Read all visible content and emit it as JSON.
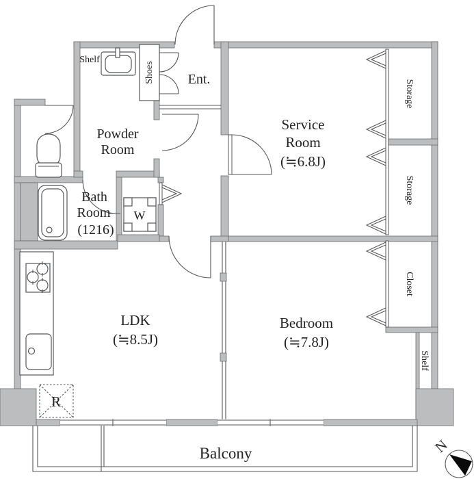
{
  "rooms": {
    "service_room": {
      "line1": "Service",
      "line2": "Room",
      "area": "(≒6.8J)"
    },
    "bedroom": {
      "line1": "Bedroom",
      "area": "(≒7.8J)"
    },
    "ldk": {
      "line1": "LDK",
      "area": "(≒8.5J)"
    },
    "powder_room": {
      "line1": "Powder",
      "line2": "Room"
    },
    "bath_room": {
      "line1": "Bath",
      "line2": "Room",
      "line3": "(1216)"
    },
    "entrance": {
      "label": "Ent."
    },
    "balcony": {
      "label": "Balcony"
    }
  },
  "closets": {
    "storage_top": "Storage",
    "storage_bottom": "Storage",
    "closet": "Closet",
    "shelf_right": "Shelf",
    "shelf_top": "Shelf",
    "shoes": "Shoes"
  },
  "fixtures": {
    "washer_label": "W",
    "refrigerator_label": "R"
  },
  "compass": {
    "north_label": "N"
  },
  "colors": {
    "wall_fill": "#bcbdbf",
    "wall_edge": "#6a6a6c",
    "line": "#55565a",
    "text": "#232323",
    "background": "#ffffff"
  }
}
